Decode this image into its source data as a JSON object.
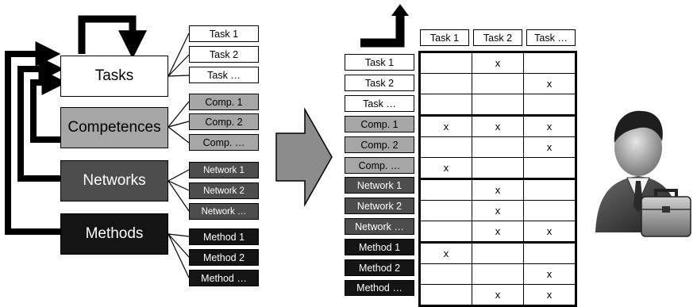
{
  "categories": [
    {
      "label": "Tasks",
      "items": [
        "Task 1",
        "Task 2",
        "Task …"
      ]
    },
    {
      "label": "Competences",
      "items": [
        "Comp. 1",
        "Comp. 2",
        "Comp. …"
      ]
    },
    {
      "label": "Networks",
      "items": [
        "Network 1",
        "Network 2",
        "Network …"
      ]
    },
    {
      "label": "Methods",
      "items": [
        "Method 1",
        "Method 2",
        "Method …"
      ]
    }
  ],
  "matrix": {
    "columns": [
      "Task 1",
      "Task 2",
      "Task …"
    ],
    "rows": [
      {
        "label": "Task 1",
        "marks": [
          "",
          "x",
          ""
        ]
      },
      {
        "label": "Task 2",
        "marks": [
          "",
          "",
          "x"
        ]
      },
      {
        "label": "Task …",
        "marks": [
          "",
          "",
          ""
        ]
      },
      {
        "label": "Comp. 1",
        "marks": [
          "x",
          "x",
          "x"
        ]
      },
      {
        "label": "Comp. 2",
        "marks": [
          "",
          "",
          "x"
        ]
      },
      {
        "label": "Comp. …",
        "marks": [
          "x",
          "",
          ""
        ]
      },
      {
        "label": "Network 1",
        "marks": [
          "",
          "x",
          ""
        ]
      },
      {
        "label": "Network 2",
        "marks": [
          "",
          "x",
          ""
        ]
      },
      {
        "label": "Network …",
        "marks": [
          "",
          "x",
          "x"
        ]
      },
      {
        "label": "Method 1",
        "marks": [
          "x",
          "",
          ""
        ]
      },
      {
        "label": "Method 2",
        "marks": [
          "",
          "",
          "x"
        ]
      },
      {
        "label": "Method …",
        "marks": [
          "",
          "x",
          "x"
        ]
      }
    ]
  },
  "icons": {
    "big_arrow": "right-arrow-icon",
    "return_arrow": "up-arrow-icon",
    "person": "businessman-icon"
  },
  "colors": {
    "tasks": "#ffffff",
    "competences": "#a6a6a6",
    "networks": "#4d4d4d",
    "methods": "#141414"
  }
}
